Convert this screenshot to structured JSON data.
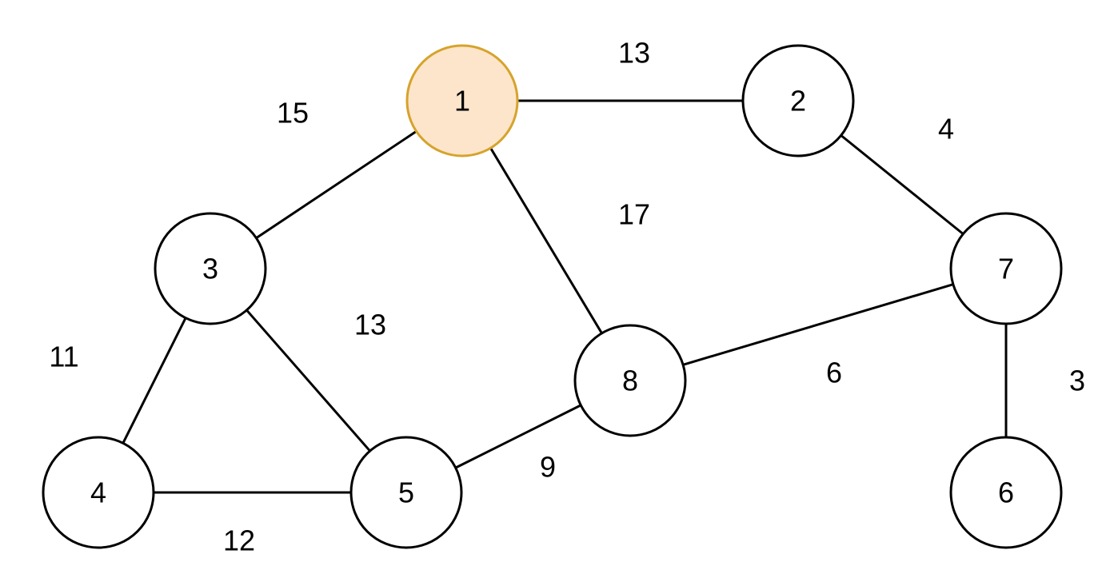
{
  "colors": {
    "highlight_fill": "#fde5cc",
    "highlight_stroke": "#d6a32b",
    "default_fill": "#ffffff",
    "default_stroke": "#000000"
  },
  "graph": {
    "nodes": [
      {
        "id": "1",
        "label": "1",
        "highlighted": true
      },
      {
        "id": "2",
        "label": "2",
        "highlighted": false
      },
      {
        "id": "3",
        "label": "3",
        "highlighted": false
      },
      {
        "id": "4",
        "label": "4",
        "highlighted": false
      },
      {
        "id": "5",
        "label": "5",
        "highlighted": false
      },
      {
        "id": "6",
        "label": "6",
        "highlighted": false
      },
      {
        "id": "7",
        "label": "7",
        "highlighted": false
      },
      {
        "id": "8",
        "label": "8",
        "highlighted": false
      }
    ],
    "edges": [
      {
        "from": "1",
        "to": "2",
        "weight": "13"
      },
      {
        "from": "1",
        "to": "3",
        "weight": "15"
      },
      {
        "from": "1",
        "to": "8",
        "weight": "17"
      },
      {
        "from": "2",
        "to": "7",
        "weight": "4"
      },
      {
        "from": "3",
        "to": "5",
        "weight": "13"
      },
      {
        "from": "3",
        "to": "4",
        "weight": "11"
      },
      {
        "from": "4",
        "to": "5",
        "weight": "12"
      },
      {
        "from": "5",
        "to": "8",
        "weight": "9"
      },
      {
        "from": "8",
        "to": "7",
        "weight": "6"
      },
      {
        "from": "7",
        "to": "6",
        "weight": "3"
      }
    ]
  }
}
